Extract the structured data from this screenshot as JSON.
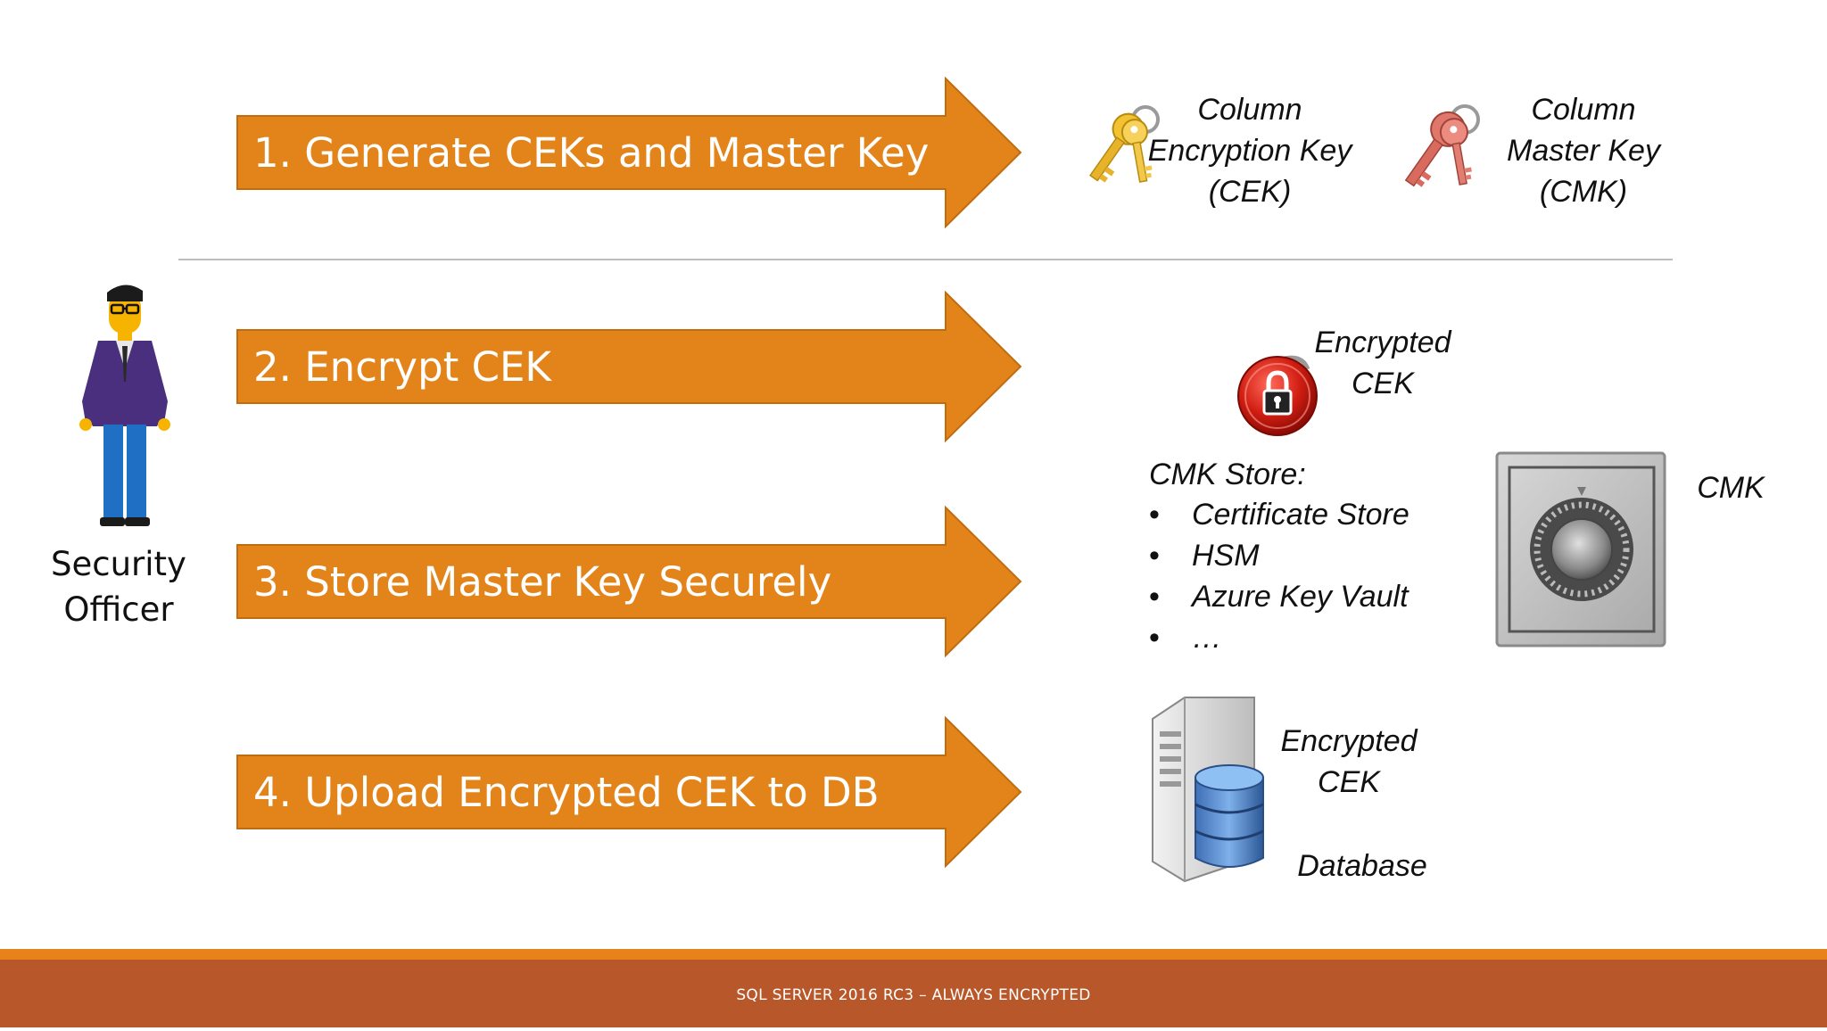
{
  "steps": [
    {
      "label": "1. Generate CEKs and Master Key"
    },
    {
      "label": "2. Encrypt CEK"
    },
    {
      "label": "3. Store Master Key Securely"
    },
    {
      "label": "4. Upload Encrypted CEK to DB"
    }
  ],
  "actor": {
    "line1": "Security",
    "line2": "Officer",
    "icon": "person-icon"
  },
  "keys": {
    "cek": {
      "line1": "Column",
      "line2": "Encryption Key",
      "line3": "(CEK)",
      "icon": "gold-key-icon"
    },
    "cmk": {
      "line1": "Column",
      "line2": "Master Key",
      "line3": "(CMK)",
      "icon": "red-key-icon"
    }
  },
  "encrypted_cek": {
    "line1": "Encrypted",
    "line2": "CEK",
    "icon": "padlock-icon"
  },
  "cmk_store": {
    "title": "CMK Store:",
    "items": [
      "Certificate Store",
      "HSM",
      "Azure Key Vault",
      "…"
    ],
    "bullet": "•",
    "safe_label": "CMK",
    "icon": "safe-icon"
  },
  "database": {
    "line1": "Encrypted",
    "line2": "CEK",
    "label": "Database",
    "icon": "database-server-icon"
  },
  "footer": {
    "text": "SQL SERVER 2016 RC3 – ALWAYS ENCRYPTED"
  },
  "colors": {
    "arrow": "#e3841a",
    "arrow_border": "#c06d12",
    "footer": "#b8572a",
    "footer_stripe": "#e8821a"
  }
}
